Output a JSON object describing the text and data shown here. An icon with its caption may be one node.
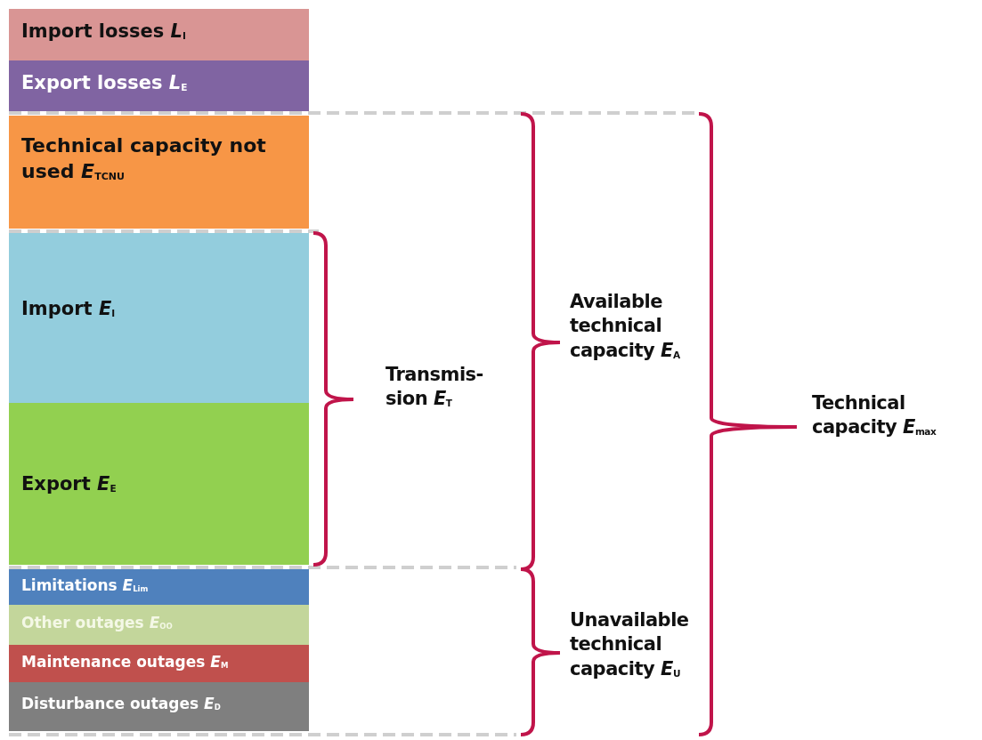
{
  "diagram": {
    "nodes": [
      {
        "text": [
          "Import losses *L*$_{I}$"
        ]
      },
      {
        "text": [
          "Export losses *L*$_{E}$"
        ]
      },
      {
        "text": [
          "Technical capacity not used *E*$_{TCNU}$"
        ]
      },
      {
        "text": [
          "Import *E*$_{I}$"
        ]
      },
      {
        "text": [
          "Export *E*$_{E}$"
        ]
      },
      {
        "text": [
          "Limitations *E*$_{Lim}$"
        ]
      },
      {
        "text": [
          "Other outages *E*$_{OO}$"
        ]
      },
      {
        "text": [
          "Maintenance outages *E*$_{M}$"
        ]
      },
      {
        "text": [
          "Disturbance outages *E*$_{D}$"
        ]
      }
    ],
    "edges": [],
    "labels": [
      "Transmis- sion *E*$_{T}$",
      "Available technical capacity *E*$_{A}$",
      "Technical capacity *E*$_{max}$",
      "Unavailable technical capacity *E*$_{U}$"
    ]
  }
}
